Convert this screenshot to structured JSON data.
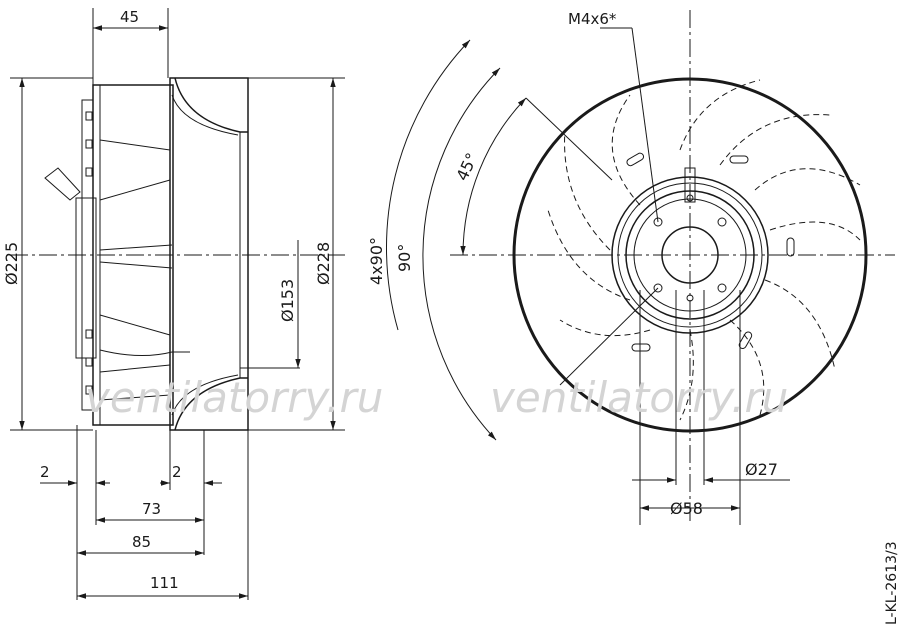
{
  "watermark": "ventilatorry.ru",
  "drawing_id": "L-KL-2613/3",
  "side_view": {
    "dim_top": "45",
    "dim_d225": "Ø225",
    "dim_d228": "Ø228",
    "dim_d153": "Ø153",
    "dim_left_2": "2",
    "dim_right_2": "2",
    "dim_73": "73",
    "dim_85": "85",
    "dim_111": "111"
  },
  "front_view": {
    "screw": "M4x6*",
    "angle_45": "45°",
    "angle_90": "90°",
    "angle_4x90": "4x90°",
    "dim_d27": "Ø27",
    "dim_d58": "Ø58"
  }
}
